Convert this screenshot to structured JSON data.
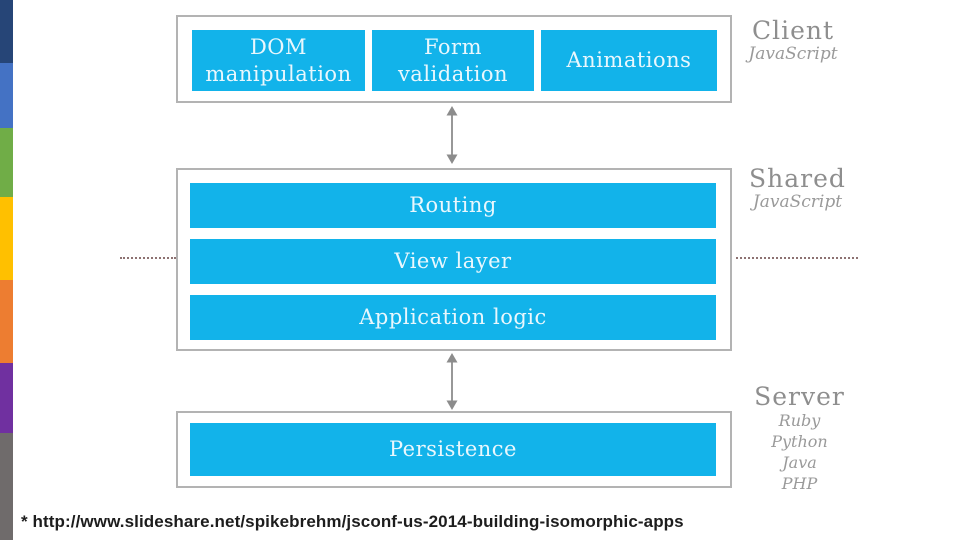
{
  "stripe": {
    "colors": [
      "#264577",
      "#4472c4",
      "#70ad47",
      "#ffc000",
      "#ed7d31",
      "#7030a0",
      "#6f6b6b"
    ]
  },
  "palette": {
    "bar_fill": "#12b3ea",
    "bar_text": "#e9f7fd",
    "box_border": "#b3b3b3",
    "label_gray": "#8e8e8e",
    "arrow_gray": "#8c8c8c",
    "dotted_line": "#8d7272"
  },
  "diagram": {
    "client": {
      "label": "Client",
      "languages": [
        "JavaScript"
      ],
      "blocks": [
        "DOM manipulation",
        "Form validation",
        "Animations"
      ]
    },
    "shared": {
      "label": "Shared",
      "languages": [
        "JavaScript"
      ],
      "blocks": [
        "Routing",
        "View layer",
        "Application logic"
      ]
    },
    "server": {
      "label": "Server",
      "languages": [
        "Ruby",
        "Python",
        "Java",
        "PHP"
      ],
      "blocks": [
        "Persistence"
      ]
    }
  },
  "footer": {
    "source_note": "* http://www.slideshare.net/spikebrehm/jsconf-us-2014-building-isomorphic-apps"
  }
}
